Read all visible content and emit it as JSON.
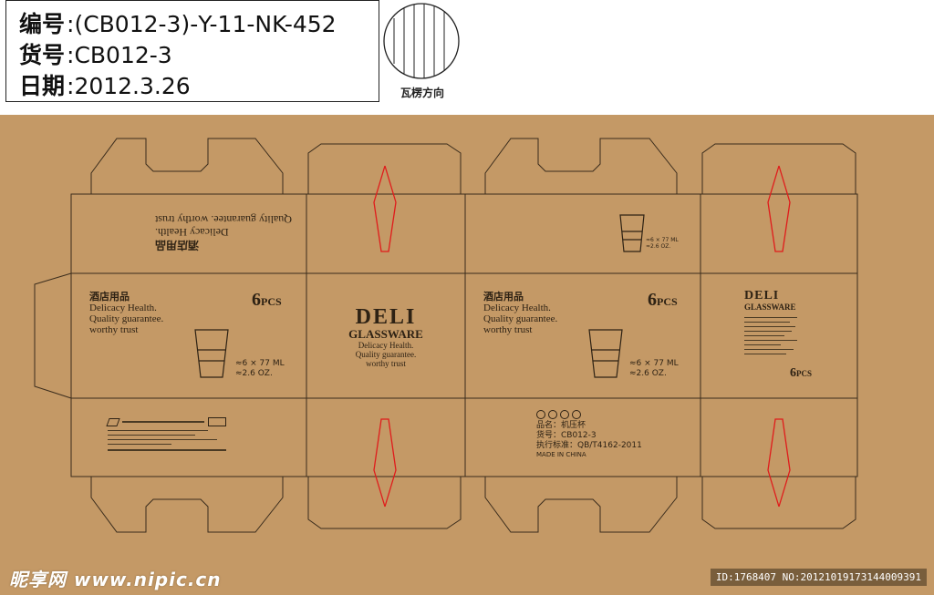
{
  "info_box": {
    "code_label": "编号",
    "code_value": ":(CB012-3)-Y-11-NK-452",
    "item_label": "货号",
    "item_value": ":CB012-3",
    "date_label": "日期",
    "date_value": ":2012.3.26"
  },
  "flute_direction_label": "瓦楞方向",
  "panels": {
    "chinese_title": "酒店用品",
    "line1": "Delicacy Health.",
    "line2": "Quality guarantee.",
    "line3": "worthy trust",
    "pcs_number": "6",
    "pcs_unit": "PCS",
    "size": "≈6 × 77   ML",
    "volume": "≈2.6 OZ.",
    "brand": "DELI",
    "brand_sub": "GLASSWARE",
    "brand_tag1": "Delicacy Health.",
    "brand_tag2": "Quality guarantee.",
    "brand_tag3": "worthy trust",
    "flipped_cn": "酒店用品",
    "flipped_line1": "Delicacy Health.",
    "flipped_line2": "Quality guarantee. worthy trust",
    "product_name": "品名：机压杯",
    "product_code": "货号：CB012-3",
    "standard": "执行标准：QB/T4162-2011",
    "made_in": "MADE IN CHINA"
  },
  "watermark": {
    "left": "昵享网 www.nipic.cn",
    "right": "ID:1768407 NO:20121019173144009391"
  },
  "colors": {
    "board": "#c49966",
    "dieline": "#3a2c1c",
    "red_cut": "#e01b1b"
  }
}
